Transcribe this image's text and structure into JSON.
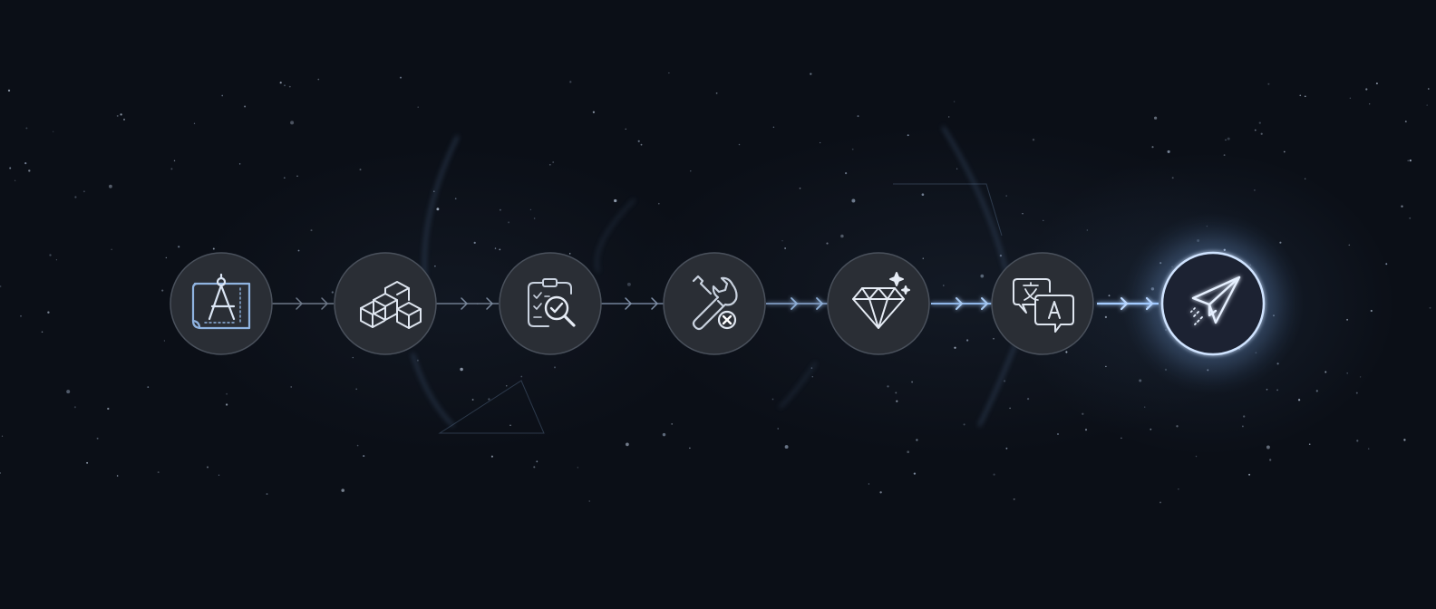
{
  "diagram": {
    "steps": [
      {
        "id": "design",
        "icon": "blueprint-compass-icon"
      },
      {
        "id": "build",
        "icon": "cubes-icon"
      },
      {
        "id": "review",
        "icon": "clipboard-magnifier-check-icon"
      },
      {
        "id": "fix",
        "icon": "wrench-screwdriver-icon"
      },
      {
        "id": "polish",
        "icon": "diamond-sparkle-icon"
      },
      {
        "id": "translate",
        "icon": "translate-bubbles-icon"
      },
      {
        "id": "deliver",
        "icon": "paper-plane-icon",
        "highlighted": true
      }
    ],
    "colors": {
      "background": "#0b0f17",
      "node_fill": "#2a2e35",
      "node_stroke": "#4a515c",
      "icon_blue": "#8fb3e0",
      "icon_white": "#e6ecf5",
      "arrow_dim": "#6d7888",
      "arrow_glow": "#9cc4f5",
      "highlight_ring": "#cfe3ff"
    }
  }
}
